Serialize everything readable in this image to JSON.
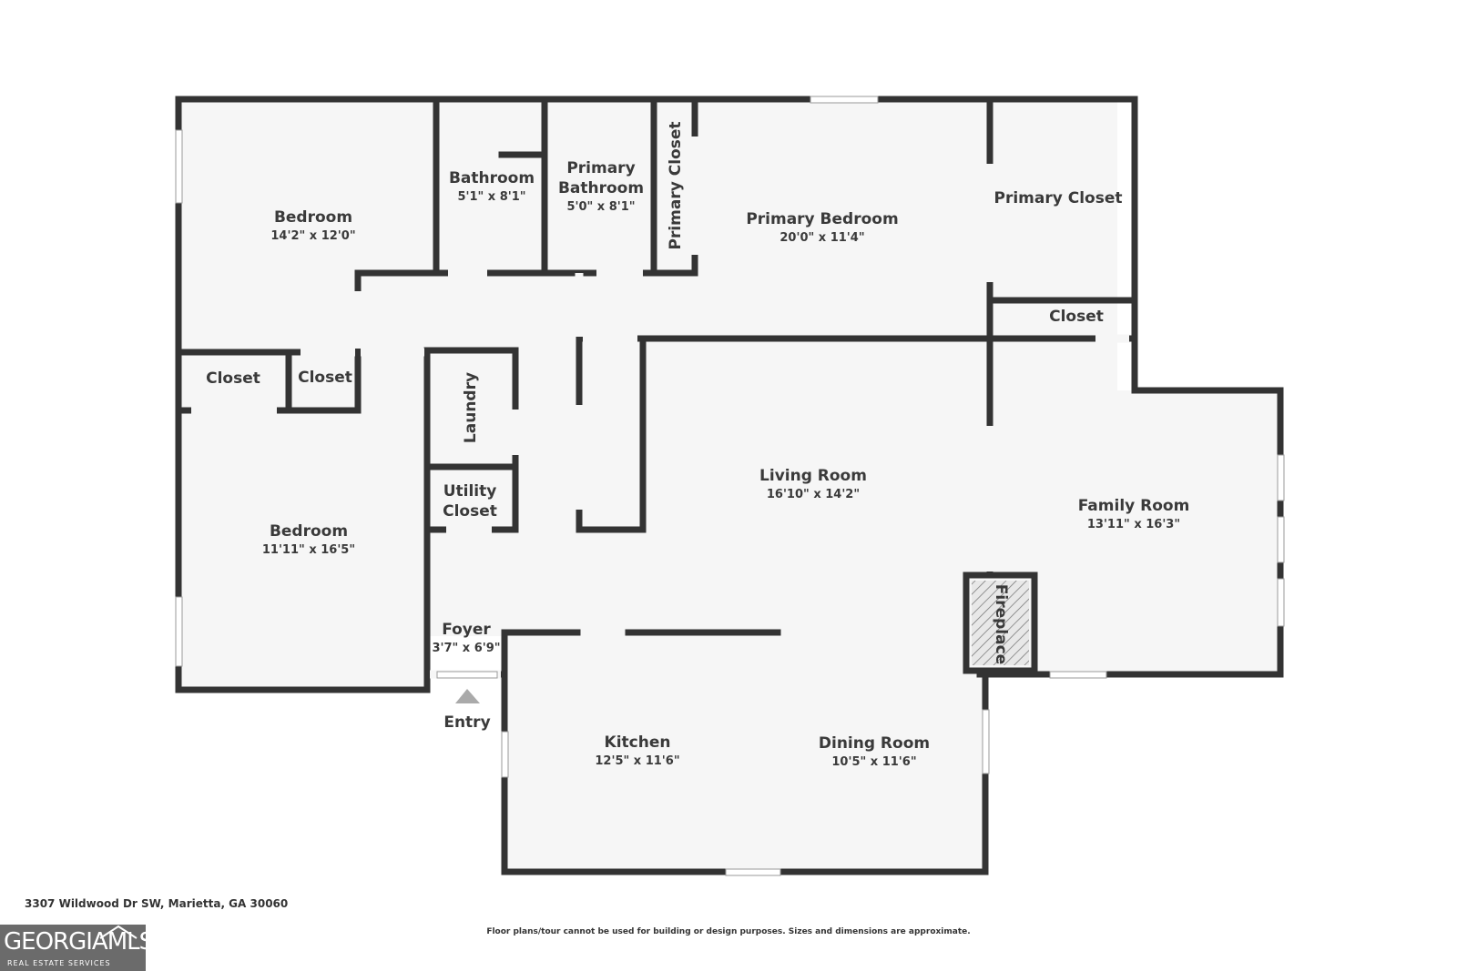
{
  "rooms": {
    "bedroom_1": {
      "name": "Bedroom",
      "dim": "14'2\" x 12'0\""
    },
    "bathroom": {
      "name": "Bathroom",
      "dim": "5'1\" x 8'1\""
    },
    "primary_bathroom": {
      "name_line1": "Primary",
      "name_line2": "Bathroom",
      "dim": "5'0\" x 8'1\""
    },
    "primary_closet_small": {
      "name": "Primary Closet"
    },
    "primary_bedroom": {
      "name": "Primary Bedroom",
      "dim": "20'0\" x 11'4\""
    },
    "primary_closet": {
      "name": "Primary Closet"
    },
    "closet_right": {
      "name": "Closet"
    },
    "closet_left": {
      "name": "Closet"
    },
    "closet_mid": {
      "name": "Closet"
    },
    "laundry": {
      "name": "Laundry"
    },
    "utility_closet": {
      "name_line1": "Utility",
      "name_line2": "Closet"
    },
    "bedroom_2": {
      "name": "Bedroom",
      "dim": "11'11\" x 16'5\""
    },
    "living_room": {
      "name": "Living Room",
      "dim": "16'10\" x 14'2\""
    },
    "family_room": {
      "name": "Family Room",
      "dim": "13'11\" x 16'3\""
    },
    "fireplace": {
      "name": "Fireplace"
    },
    "foyer": {
      "name": "Foyer",
      "dim": "3'7\" x 6'9\""
    },
    "entry": {
      "name": "Entry"
    },
    "kitchen": {
      "name": "Kitchen",
      "dim": "12'5\" x 11'6\""
    },
    "dining_room": {
      "name": "Dining Room",
      "dim": "10'5\" x 11'6\""
    }
  },
  "footer": {
    "address": "3307 Wildwood Dr SW, Marietta, GA 30060",
    "disclaimer": "Floor plans/tour cannot be used for building or design purposes. Sizes and dimensions are approximate."
  },
  "logo": {
    "main": "GEORGIAMLS",
    "sub": "REAL ESTATE SERVICES"
  },
  "colors": {
    "wall": "#333333",
    "floor": "#f6f6f6",
    "background": "#ffffff"
  }
}
